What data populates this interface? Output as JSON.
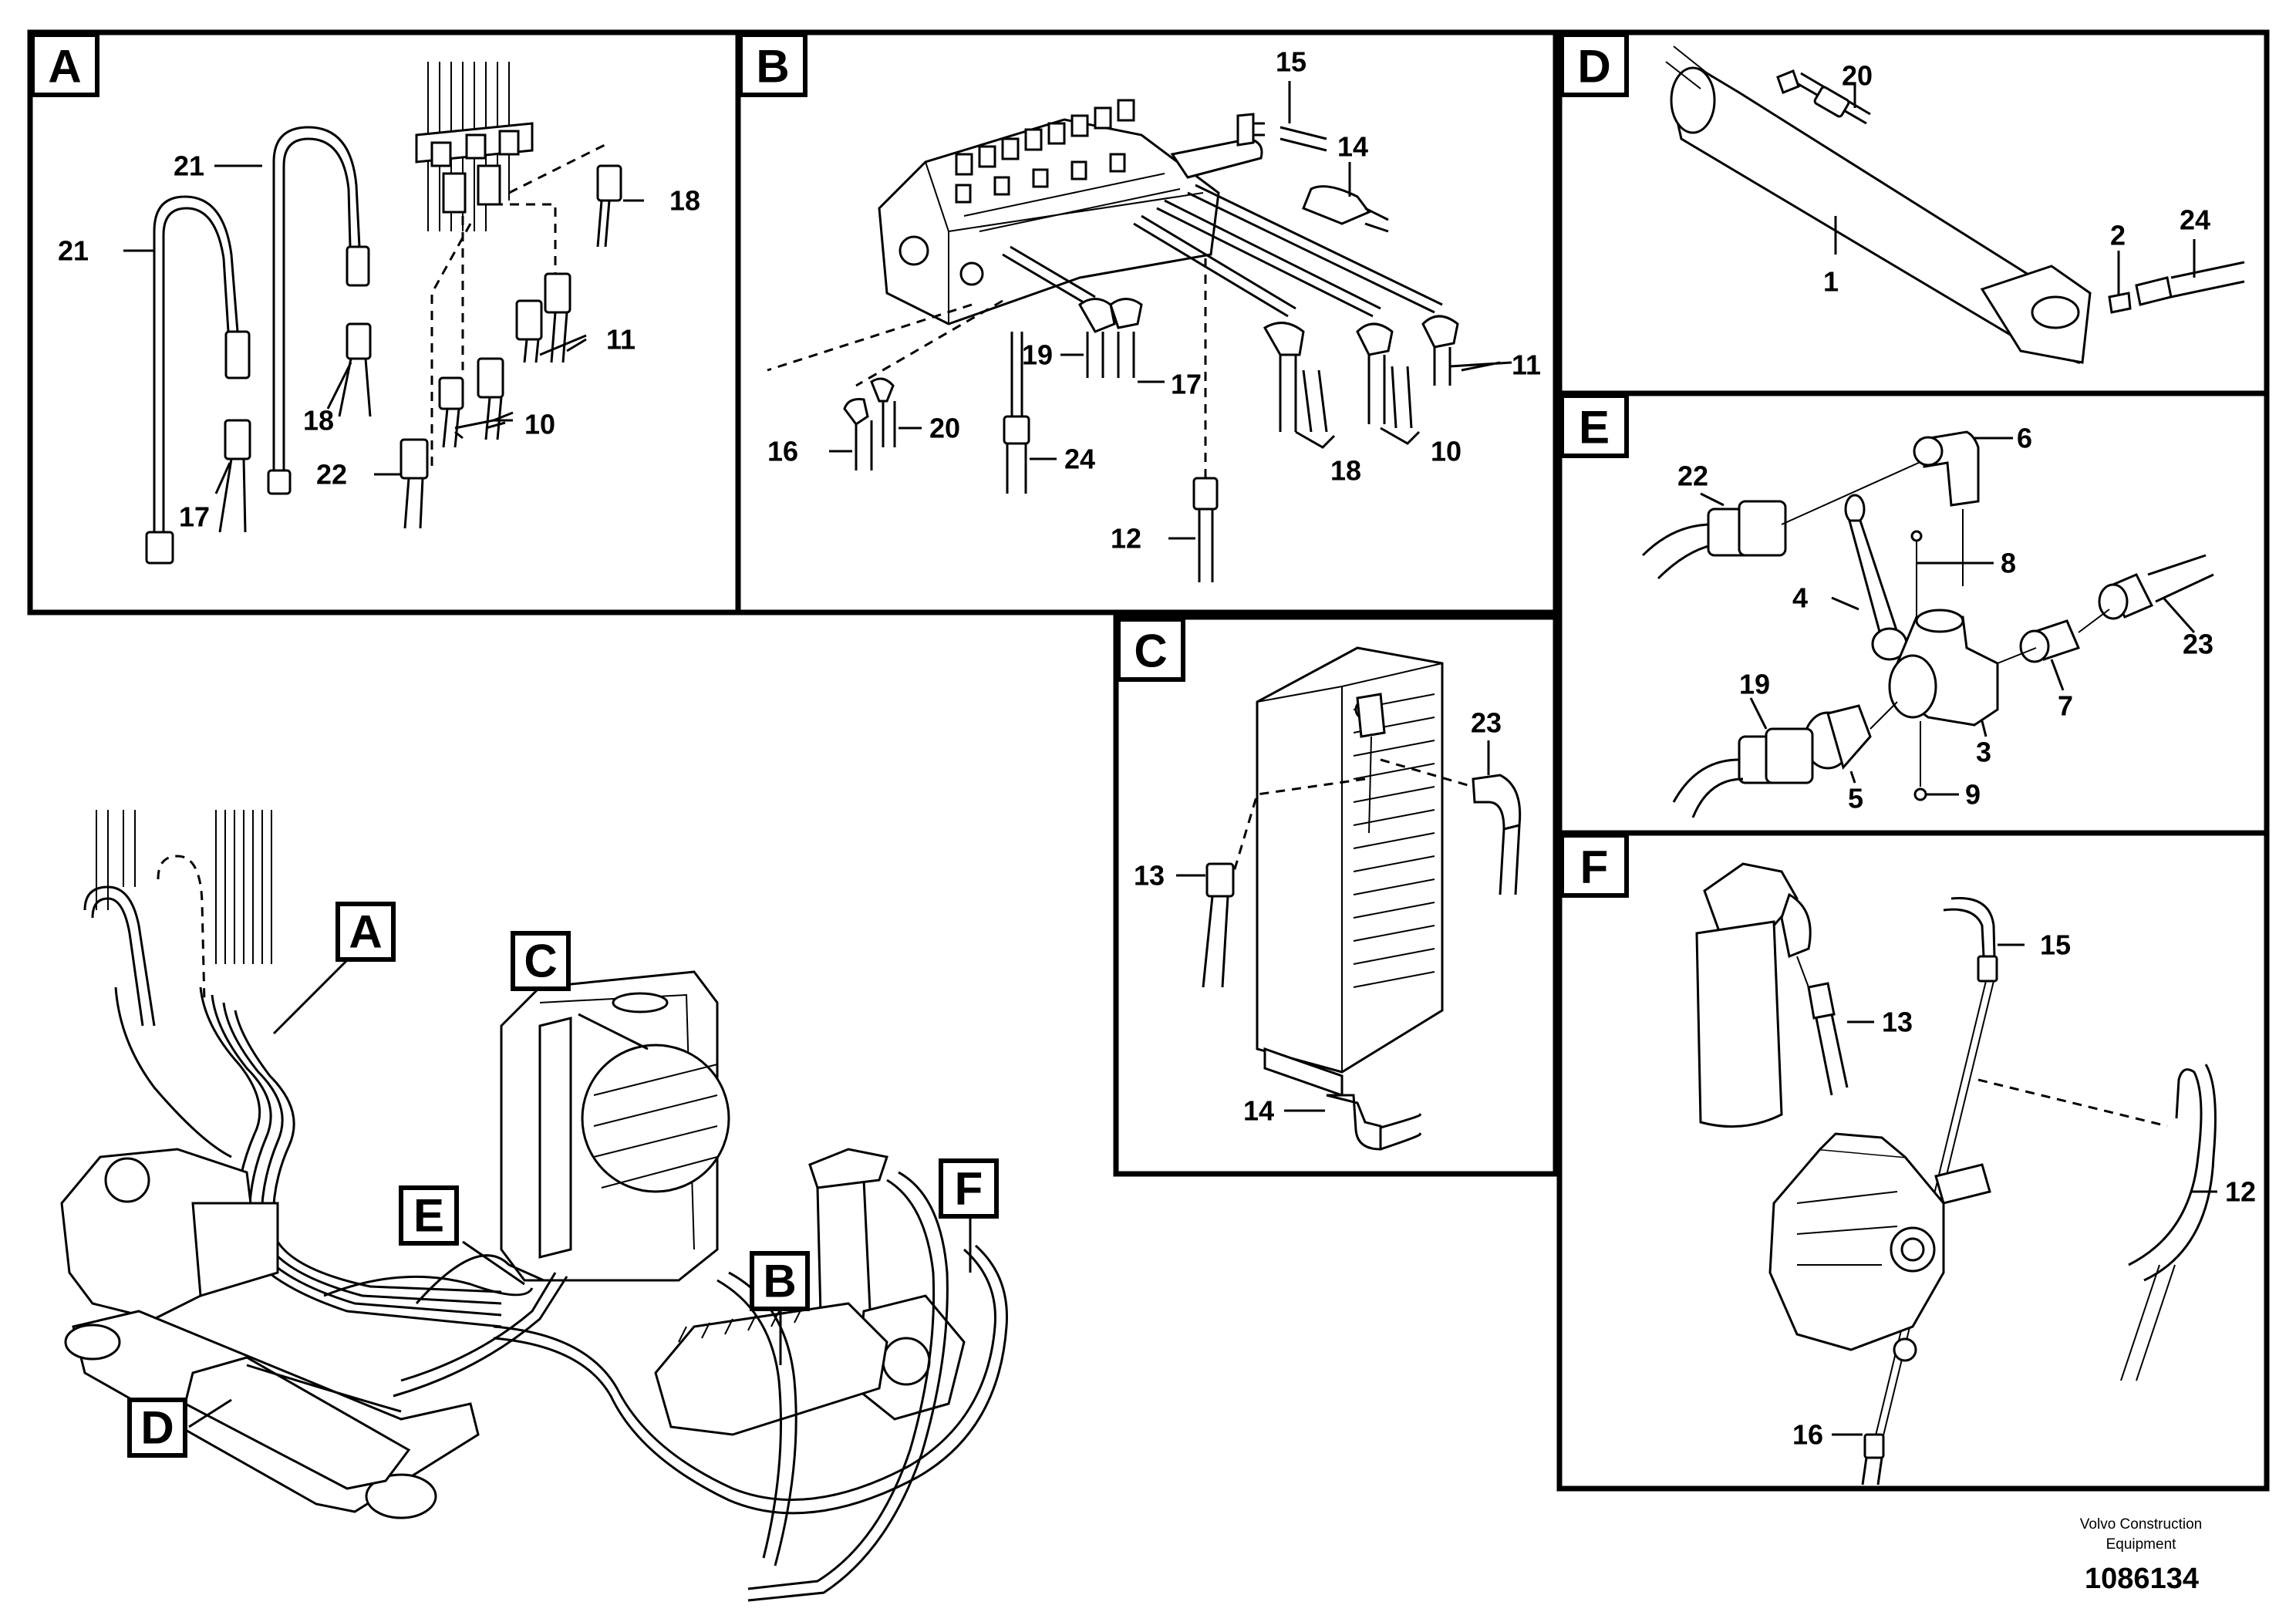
{
  "panels": {
    "A": {
      "tag": "A",
      "callouts": {
        "c21a": "21",
        "c21b": "21",
        "c18a": "18",
        "c18b": "18",
        "c17": "17",
        "c22": "22",
        "c10": "10",
        "c11": "11"
      }
    },
    "B": {
      "tag": "B",
      "callouts": {
        "c15": "15",
        "c14": "14",
        "c19": "19",
        "c17": "17",
        "c11": "11",
        "c20": "20",
        "c16": "16",
        "c24": "24",
        "c18": "18",
        "c10": "10",
        "c12": "12"
      }
    },
    "C": {
      "tag": "C",
      "callouts": {
        "c23": "23",
        "c13": "13",
        "c14": "14"
      }
    },
    "D": {
      "tag": "D",
      "callouts": {
        "c20": "20",
        "c2": "2",
        "c24": "24",
        "c1": "1"
      }
    },
    "E": {
      "tag": "E",
      "callouts": {
        "c22": "22",
        "c6": "6",
        "c8": "8",
        "c4": "4",
        "c23": "23",
        "c19": "19",
        "c7": "7",
        "c3": "3",
        "c5": "5",
        "c9": "9"
      }
    },
    "F": {
      "tag": "F",
      "callouts": {
        "c15": "15",
        "c13": "13",
        "c12": "12",
        "c16": "16"
      }
    }
  },
  "overview": {
    "tags": {
      "A": "A",
      "B": "B",
      "C": "C",
      "D": "D",
      "E": "E",
      "F": "F"
    }
  },
  "footer": {
    "company_line1": "Volvo Construction",
    "company_line2": "Equipment",
    "drawing_number": "1086134"
  }
}
